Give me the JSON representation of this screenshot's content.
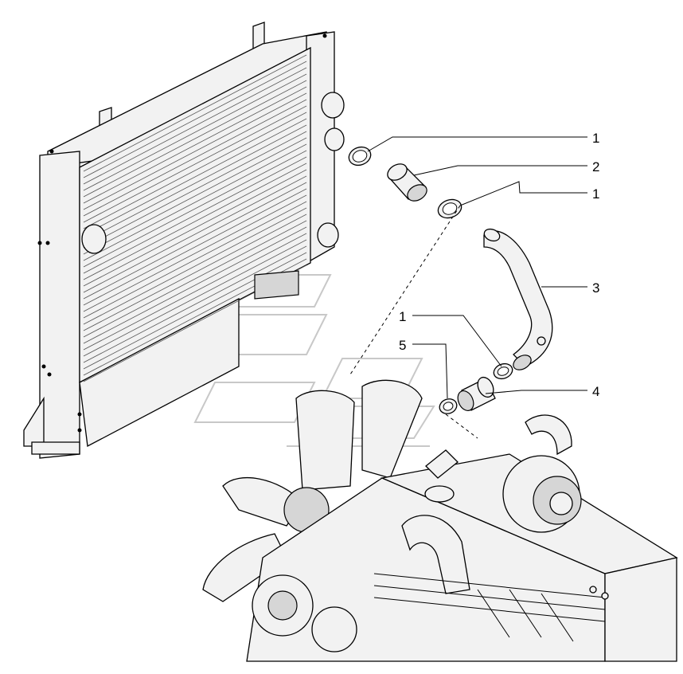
{
  "diagram": {
    "callouts": [
      {
        "id": "c1a",
        "label": "1"
      },
      {
        "id": "c2",
        "label": "2"
      },
      {
        "id": "c1b",
        "label": "1"
      },
      {
        "id": "c3",
        "label": "3"
      },
      {
        "id": "c1c",
        "label": "1"
      },
      {
        "id": "c5",
        "label": "5"
      },
      {
        "id": "c4",
        "label": "4"
      }
    ]
  },
  "colors": {
    "line": "#000000",
    "part_fill": "#f2f2f2",
    "shadow_fill": "#d6d6d6",
    "watermark": "#c8c8c8",
    "background": "#ffffff"
  }
}
